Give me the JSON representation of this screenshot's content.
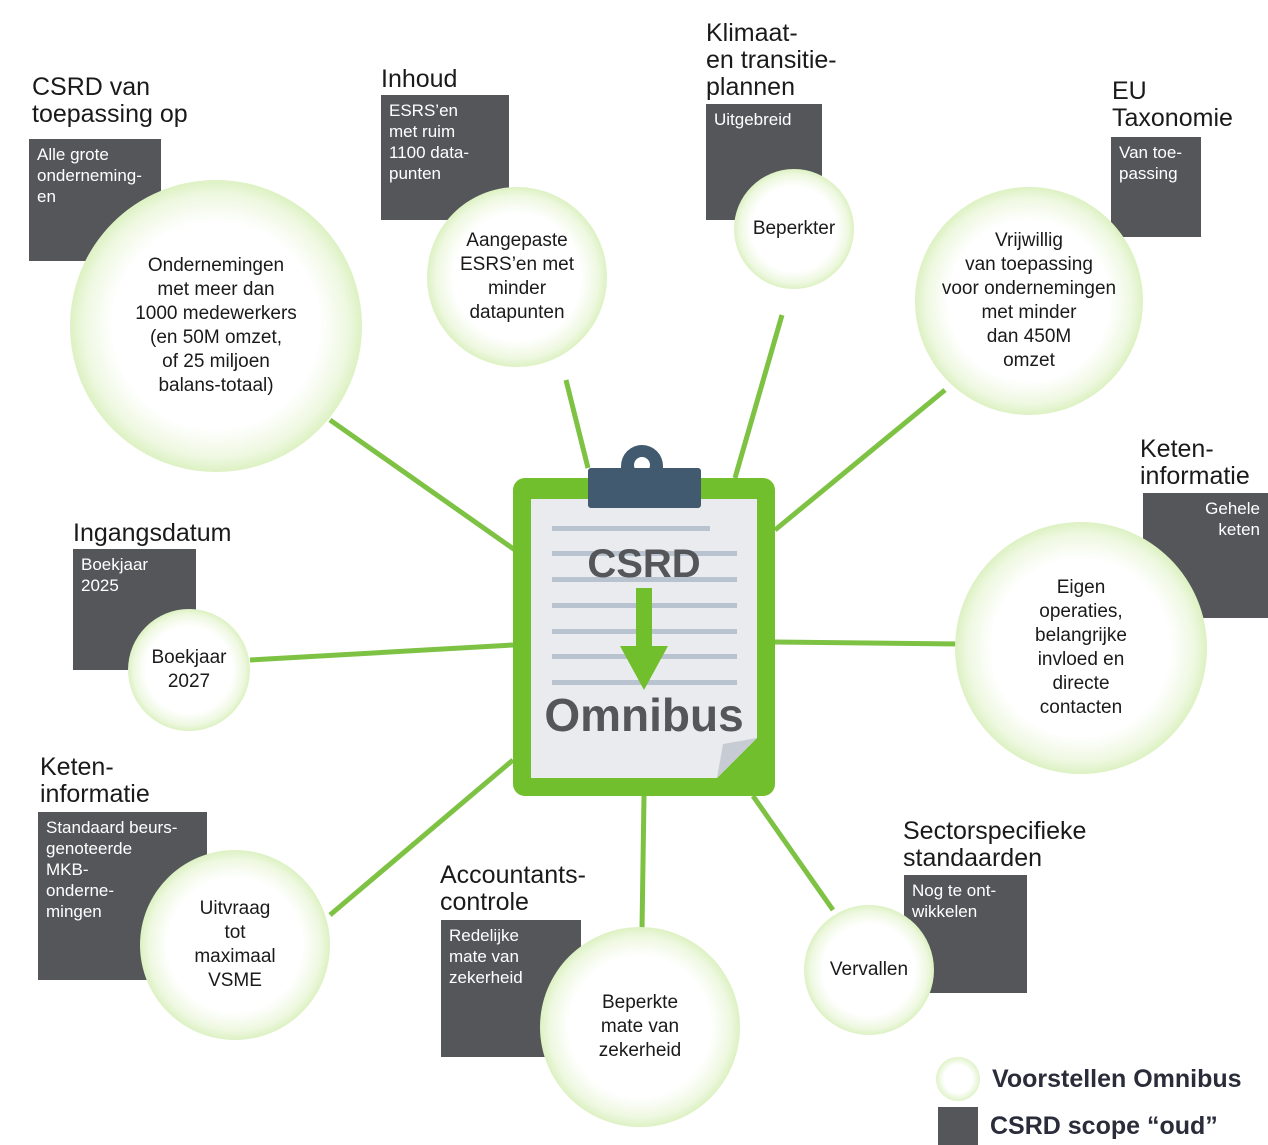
{
  "center": {
    "top_word": "CSRD",
    "bottom_word": "Omnibus"
  },
  "categories": [
    {
      "id": "scope",
      "title": "CSRD van\ntoepassing op",
      "old": "Alle grote\nonderneming-\nen",
      "new": "Ondernemingen\nmet meer dan\n1000 medewerkers\n(en 50M omzet,\nof 25 miljoen\nbalans-totaal)"
    },
    {
      "id": "inhoud",
      "title": "Inhoud",
      "old": "ESRS’en\nmet ruim\n1100 data-\npunten",
      "new": "Aangepaste\nESRS’en met\nminder\ndatapunten"
    },
    {
      "id": "klimaat",
      "title": "Klimaat-\nen transitie-\nplannen",
      "old": "Uitgebreid",
      "new": "Beperkter"
    },
    {
      "id": "taxonomie",
      "title": "EU\nTaxonomie",
      "old": "Van toe-\npassing",
      "new": "Vrijwillig\nvan toepassing\nvoor ondernemingen\nmet minder\ndan 450M\nomzet"
    },
    {
      "id": "keten-right",
      "title": "Keten-\ninformatie",
      "old": "Gehele\nketen",
      "new": "Eigen\noperaties,\nbelangrijke\ninvloed en\ndirecte\ncontacten"
    },
    {
      "id": "ingangsdatum",
      "title": "Ingangsdatum",
      "old": "Boekjaar\n2025",
      "new": "Boekjaar\n2027"
    },
    {
      "id": "keten-left",
      "title": "Keten-\ninformatie",
      "old": "Standaard beurs-\ngenoteerde\nMKB-\nonderne-\nmingen",
      "new": "Uitvraag\ntot\nmaximaal\nVSME"
    },
    {
      "id": "accountant",
      "title": "Accountants-\ncontrole",
      "old": "Redelijke\nmate van\nzekerheid",
      "new": "Beperkte\nmate van\nzekerheid"
    },
    {
      "id": "sector",
      "title": "Sectorspecifieke\nstandaarden",
      "old": "Nog te ont-\nwikkelen",
      "new": "Vervallen"
    }
  ],
  "legend": {
    "new_label": "Voorstellen Omnibus",
    "old_label": "CSRD scope “oud”"
  },
  "colors": {
    "green": "#72bf2d",
    "grey_box": "#55565a",
    "clip": "#425a6f",
    "line": "#7ec244"
  }
}
